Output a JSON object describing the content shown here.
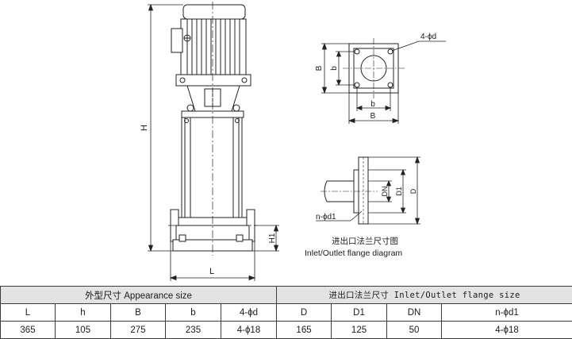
{
  "pump_labels": {
    "H": "H",
    "L": "L",
    "H1": "H1"
  },
  "flange_top_labels": {
    "B": "B",
    "b": "b",
    "bolt": "4-ϕd"
  },
  "flange_side_labels": {
    "DN": "DN",
    "D1": "D1",
    "D": "D",
    "bolt": "n-ϕd1"
  },
  "caption": {
    "cn": "进出口法兰尺寸图",
    "en": "Inlet/Outlet flange diagram"
  },
  "table": {
    "group_left": "外型尺寸 Appearance size",
    "group_right": "进出口法兰尺寸 Inlet/Outlet flange size",
    "headers": [
      "L",
      "h",
      "B",
      "b",
      "4-ϕd",
      "D",
      "D1",
      "DN",
      "n-ϕd1"
    ],
    "values": [
      "365",
      "105",
      "275",
      "235",
      "4-ϕ18",
      "165",
      "125",
      "50",
      "4-ϕ18"
    ]
  }
}
